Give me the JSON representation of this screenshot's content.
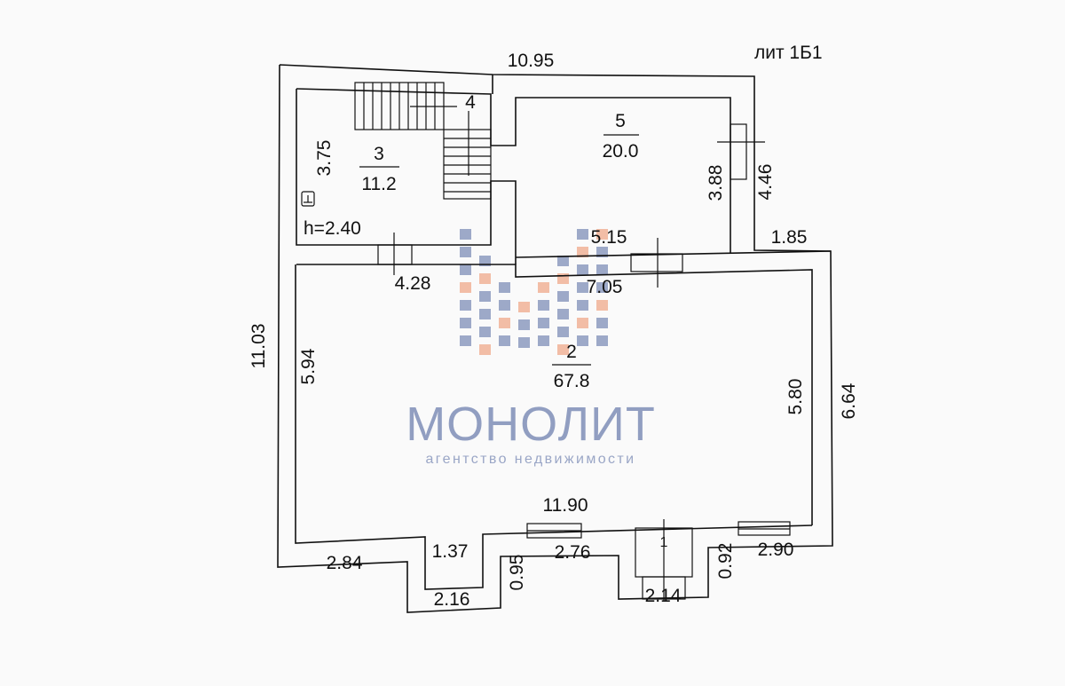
{
  "label": "лит 1Б1",
  "rooms": [
    {
      "number": "3",
      "area": "11.2"
    },
    {
      "number": "4"
    },
    {
      "number": "5",
      "area": "20.0"
    },
    {
      "number": "2",
      "area": "67.8"
    },
    {
      "number": "1"
    }
  ],
  "ceiling_height": "h=2.40",
  "dimensions": {
    "top": "10.95",
    "left_outer": "11.03",
    "room3_height": "3.75",
    "room5_inner": "3.88",
    "room5_outer": "4.46",
    "right_step": "1.85",
    "wall_515": "5.15",
    "wall_428": "4.28",
    "wall_705": "7.05",
    "room2_left": "5.94",
    "room2_right": "5.80",
    "right_outer": "6.64",
    "bottom_inner": "11.90",
    "b284": "2.84",
    "b137": "1.37",
    "b216": "2.16",
    "b095": "0.95",
    "b276": "2.76",
    "b214": "2.14",
    "b092": "0.92",
    "b290": "2.90"
  },
  "watermark": {
    "title": "МОНОЛИТ",
    "subtitle": "агентство недвижимости"
  },
  "colors": {
    "line": "#111111",
    "watermark_blue": "#7f8fb8",
    "watermark_orange": "#f0a98a"
  }
}
